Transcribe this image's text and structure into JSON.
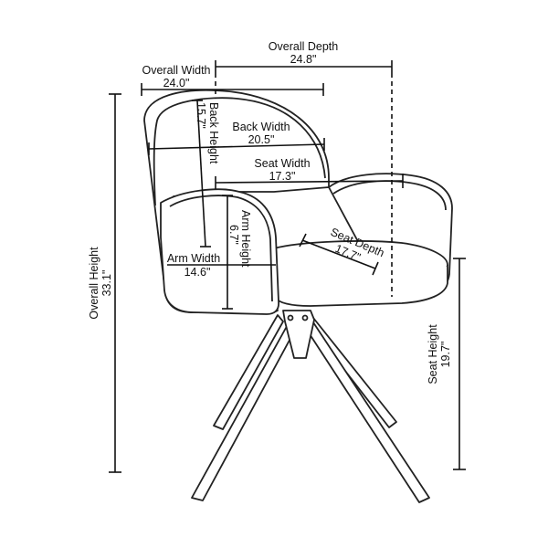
{
  "dimensions": {
    "overall_depth": {
      "label": "Overall Depth",
      "value": "24.8\""
    },
    "overall_width": {
      "label": "Overall Width",
      "value": "24.0\""
    },
    "back_height": {
      "label": "Back Height",
      "value": "15.7\""
    },
    "back_width": {
      "label": "Back Width",
      "value": "20.5\""
    },
    "seat_width": {
      "label": "Seat Width",
      "value": "17.3\""
    },
    "arm_height": {
      "label": "Arm Height",
      "value": "6.7\""
    },
    "seat_depth": {
      "label": "Seat Depth",
      "value": "17.7\""
    },
    "arm_width": {
      "label": "Arm Width",
      "value": "14.6\""
    },
    "overall_height": {
      "label": "Overall Height",
      "value": "33.1\""
    },
    "seat_height": {
      "label": "Seat Height",
      "value": "19.7\""
    }
  }
}
